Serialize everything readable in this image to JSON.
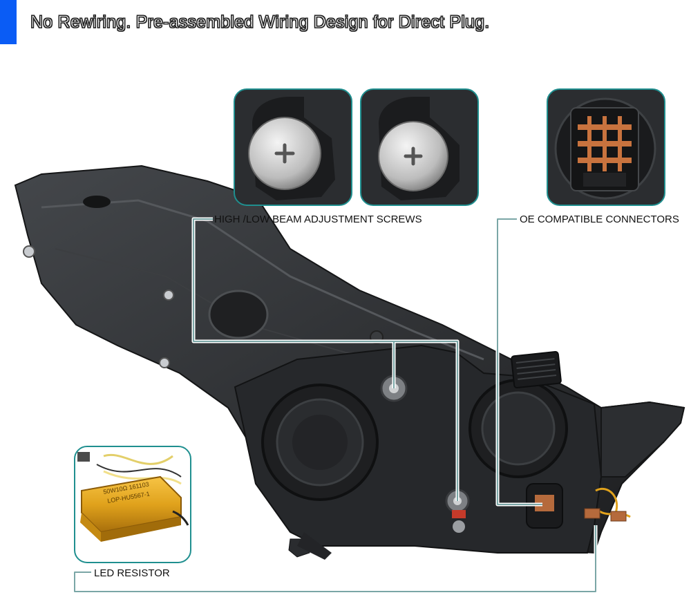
{
  "headline": "No Rewiring. Pre-assembled Wiring Design for Direct Plug.",
  "callouts": {
    "screws": "HIGH /LOW BEAM ADJUSTMENT SCREWS",
    "connectors": "OE COMPATIBLE CONNECTORS",
    "resistor": "LED RESISTOR"
  },
  "resistor_print": {
    "line1": "50W10Ω 161103",
    "line2": "LOP-HU5567-1"
  },
  "colors": {
    "accent": "#0a5cf5",
    "callout_line": "#7aa6a6",
    "frame": "#1f8f8f",
    "housing": "#2e3033",
    "resistor_gold": "#e0a21c"
  },
  "icons": [
    "screw-icon",
    "connector-icon",
    "resistor-icon"
  ]
}
